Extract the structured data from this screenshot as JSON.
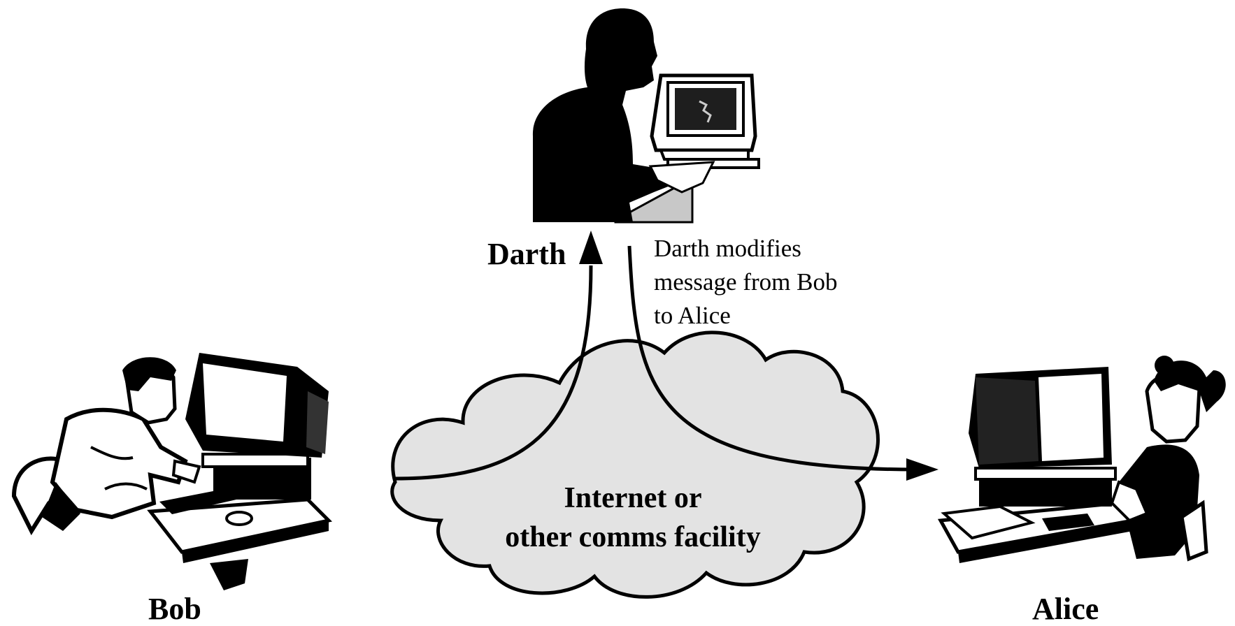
{
  "participants": {
    "bob": {
      "name": "Bob"
    },
    "darth": {
      "name": "Darth"
    },
    "alice": {
      "name": "Alice"
    }
  },
  "network": {
    "line1": "Internet or",
    "line2": "other comms facility"
  },
  "annotation": {
    "line1": "Darth modifies",
    "line2": "message from Bob",
    "line3": "to Alice"
  },
  "colors": {
    "cloud_fill": "#e3e3e3",
    "ink": "#000000"
  }
}
